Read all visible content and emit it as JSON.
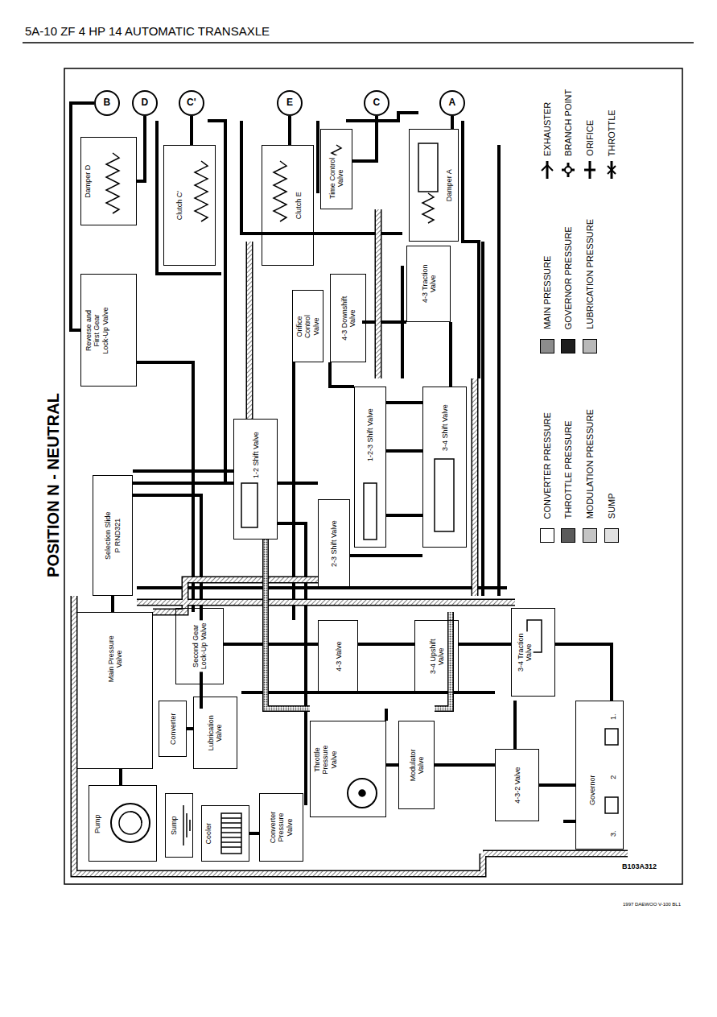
{
  "diagram": {
    "title": "POSITION N - NEUTRAL",
    "nodes": [
      {
        "text": [
          "B"
        ]
      },
      {
        "text": [
          "D"
        ]
      },
      {
        "text": [
          "C'"
        ]
      },
      {
        "text": [
          "E"
        ]
      },
      {
        "text": [
          "C"
        ]
      },
      {
        "text": [
          "A"
        ]
      },
      {
        "text": [
          "Damper D"
        ]
      },
      {
        "text": [
          "Clutch C'"
        ]
      },
      {
        "text": [
          "Clutch E"
        ]
      },
      {
        "text": [
          "Time Control Valve"
        ]
      },
      {
        "text": [
          "Damper A"
        ]
      },
      {
        "text": [
          "4-3 Traction Valve"
        ]
      },
      {
        "text": [
          "Orifice Control Valve"
        ]
      },
      {
        "text": [
          "4-3 Downshift Valve"
        ]
      },
      {
        "text": [
          "Reverse and First Gear Lock-Up Valve"
        ]
      },
      {
        "text": [
          "1-2 Shift Valve"
        ]
      },
      {
        "text": [
          "1-2-3 Shift Valve"
        ]
      },
      {
        "text": [
          "2-3 Shift Valve"
        ]
      },
      {
        "text": [
          "3-4 Shift Valve"
        ]
      },
      {
        "text": [
          "Selection Slide",
          "P RND321"
        ]
      },
      {
        "text": [
          "Main Pressure Valve"
        ]
      },
      {
        "text": [
          "Second Gear Lock-Up Valve"
        ]
      },
      {
        "text": [
          "4-3 Valve"
        ]
      },
      {
        "text": [
          "3-4 Upshift Valve"
        ]
      },
      {
        "text": [
          "3-4 Traction Valve"
        ]
      },
      {
        "text": [
          "Converter"
        ]
      },
      {
        "text": [
          "Lubrication Valve"
        ]
      },
      {
        "text": [
          "Pump"
        ]
      },
      {
        "text": [
          "Sump"
        ]
      },
      {
        "text": [
          "Cooler"
        ]
      },
      {
        "text": [
          "Converter Pressure Valve"
        ]
      },
      {
        "text": [
          "Throttle Pressure Valve"
        ]
      },
      {
        "text": [
          "Modulator Valve"
        ]
      },
      {
        "text": [
          "4-3-2 Valve"
        ]
      },
      {
        "text": [
          "Governor"
        ]
      }
    ],
    "edges": [
      {
        "from": 1,
        "to": 6,
        "arrow": "none"
      },
      {
        "from": 2,
        "to": 7,
        "arrow": "none"
      },
      {
        "from": 3,
        "to": 8,
        "arrow": "none"
      },
      {
        "from": 5,
        "to": 10,
        "arrow": "none"
      },
      {
        "from": 4,
        "to": 9,
        "arrow": "none"
      },
      {
        "from": 0,
        "to": 14,
        "arrow": "none"
      },
      {
        "from": 27,
        "to": 20,
        "arrow": "none"
      },
      {
        "from": 30,
        "to": 29,
        "arrow": "none"
      },
      {
        "from": 26,
        "to": 25,
        "arrow": "none"
      },
      {
        "from": 31,
        "to": 32,
        "arrow": "none"
      },
      {
        "from": 34,
        "to": 33,
        "arrow": "none"
      },
      {
        "from": 20,
        "to": 19,
        "arrow": "none"
      }
    ],
    "labels": [
      "5A-10 ZF 4 HP 14 AUTOMATIC TRANSAXLE",
      "1.",
      "2",
      "3.",
      "B103A312",
      "1997 DAEWOO V-100 BL1"
    ],
    "legend": [
      {
        "text": "CONVERTER PRESSURE",
        "color": "#ffffff"
      },
      {
        "text": "THROTTLE PRESSURE",
        "color": "#5a5a5a"
      },
      {
        "text": "MODULATION PRESSURE",
        "color": "#c4c4c4"
      },
      {
        "text": "SUMP",
        "color": "#e0e0e0"
      },
      {
        "text": "MAIN PRESSURE",
        "color": "#8c8c8c"
      },
      {
        "text": "GOVERNOR PRESSURE",
        "color": "#1e1e1e"
      },
      {
        "text": "LUBRICATION PRESSURE",
        "color": "#b8b8b8"
      },
      {
        "text": "EXHAUSTER"
      },
      {
        "text": "BRANCH POINT"
      },
      {
        "text": "ORIFICE"
      },
      {
        "text": "THROTTLE"
      }
    ]
  }
}
